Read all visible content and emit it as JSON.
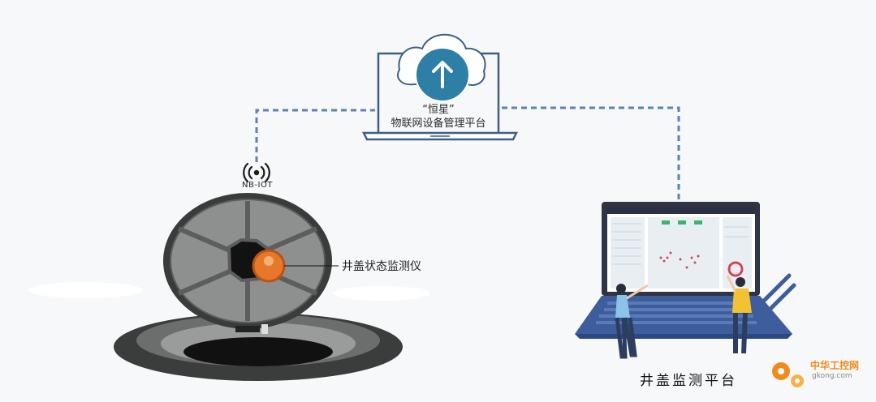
{
  "cloud_platform": {
    "title_line1": "“恒星”",
    "title_line2": "物联网设备管理平台",
    "icon": "upload-arrow-icon"
  },
  "nbiot": {
    "label": "NB-IOT",
    "icon": "wireless-signal-icon"
  },
  "sensor": {
    "label": "井盖状态监测仪"
  },
  "monitor_platform": {
    "label": "井盖监测平台"
  },
  "watermark": {
    "name": "中华工控网",
    "domain": "gkong.com",
    "icon": "gear-icon"
  },
  "colors": {
    "link": "#5b84b1",
    "laptop_outline": "#3d5f86",
    "cloud_circle": "#2e7fa6",
    "sensor": "#e8772a",
    "laptop_body": "#3e5d9c",
    "watermark": "#f08a1c"
  }
}
